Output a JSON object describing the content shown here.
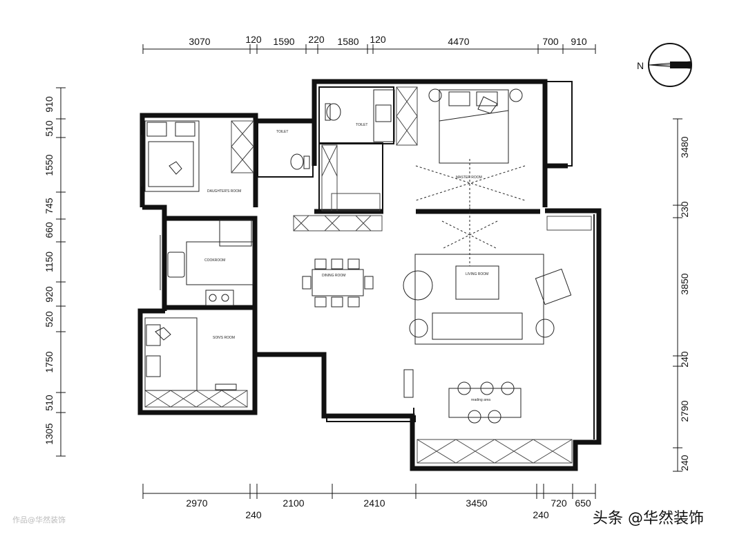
{
  "dimensions": {
    "top": [
      "3070",
      "120",
      "1590",
      "220",
      "1580",
      "120",
      "4470",
      "700",
      "910"
    ],
    "bottom_upper": [
      "2970",
      "2100",
      "2410",
      "3450",
      "720",
      "650"
    ],
    "bottom_lower": [
      "240",
      "240"
    ],
    "left": [
      "910",
      "510",
      "1550",
      "745",
      "660",
      "1150",
      "920",
      "520",
      "1750",
      "510",
      "1305"
    ],
    "right": [
      "3480",
      "230",
      "3850",
      "240",
      "2790",
      "240"
    ]
  },
  "compass": {
    "label": "N"
  },
  "rooms": {
    "daughter": "DAUGHTER'S ROOM",
    "toilet_a": "TOILET",
    "toilet_b": "TOILET",
    "master": "MASTER ROOM",
    "cook": "COOKROOM",
    "dining": "DINING ROOM",
    "living": "LIVING ROOM",
    "son": "SON'S ROOM",
    "reading": "reading area"
  },
  "watermark": {
    "text": "作品@华然装饰"
  },
  "brand": {
    "text": "头条 @华然装饰"
  }
}
